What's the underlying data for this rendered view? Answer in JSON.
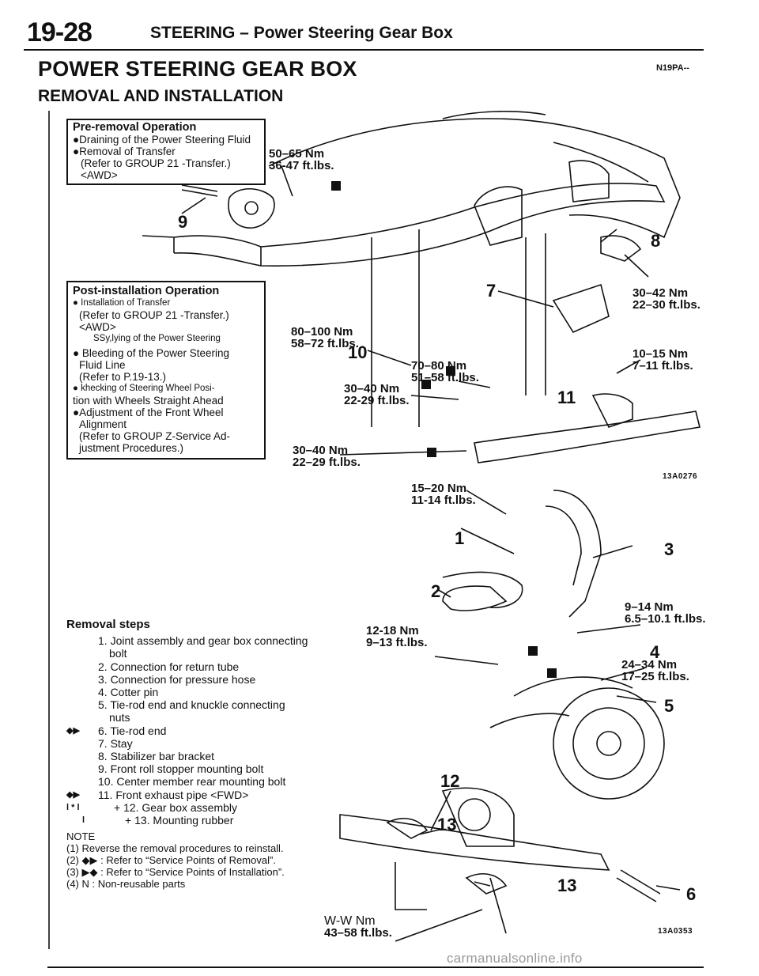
{
  "header": {
    "page": "19-28",
    "section": "STEERING – Power Steering Gear Box",
    "code": "N19PA--"
  },
  "title": "POWER STEERING GEAR BOX",
  "subtitle": "REMOVAL AND INSTALLATION",
  "pre_removal": {
    "heading": "Pre-removal  Operation",
    "lines": [
      "●Draining of the Power Steering Fluid",
      "●Removal of Transfer",
      "(Refer  to  GROUP  21  -Transfer.)",
      "<AWD>"
    ]
  },
  "post_installation": {
    "heading": "Post-installation  Operation",
    "lines": [
      "● Installation of Transfer",
      "(Refer  to  GROUP  21  -Transfer.)",
      "<AWD>",
      "SSy,lying of the Power Steering",
      "● Bleeding of the Power Steering",
      "Fluid Line",
      "(Refer  to  P.19-13.)",
      "● khecking of Steering Wheel Posi-",
      "tion with Wheels Straight Ahead",
      "●Adjustment of the Front Wheel",
      "Alignment",
      "(Refer to GROUP Z-Service Ad-",
      "justment Procedures.)"
    ]
  },
  "torques": {
    "t1": [
      "50–65 Nm",
      "36-47 ft.lbs."
    ],
    "t2": [
      "80–100 Nm",
      "58–72 ft.lbs."
    ],
    "t3": [
      "70–80 Nm",
      "51–58 ft.lbs."
    ],
    "t4": [
      "30–42 Nm",
      "22–30 ft.lbs."
    ],
    "t5": [
      "10–15 Nm",
      "7–11 ft.lbs."
    ],
    "t6": [
      "30–40 Nm",
      "22-29 ft.lbs."
    ],
    "t7": [
      "30–40 Nm",
      "22–29 ft.lbs."
    ],
    "t8": [
      "15–20 Nm",
      "11-14 ft.lbs."
    ],
    "t9": [
      "9–14 Nm",
      "6.5–10.1 ft.lbs."
    ],
    "t10": [
      "12-18 Nm",
      "9–13 ft.lbs."
    ],
    "t11": [
      "24–34 Nm",
      "17–25 ft.lbs."
    ],
    "t12": [
      "W-W Nm",
      "43–58 ft.lbs."
    ]
  },
  "ref_codes": {
    "top": "13A0276",
    "bottom": "13A0353"
  },
  "part_numbers": {
    "p1": "1",
    "p2": "2",
    "p3": "3",
    "p4": "4",
    "p5": "5",
    "p6": "6",
    "p7": "7",
    "p8": "8",
    "p9": "9",
    "p10": "10",
    "p11": "11",
    "p12": "12",
    "p13": "13"
  },
  "removal": {
    "heading": "Removal  steps",
    "steps": [
      {
        "mark": "",
        "text": "1. Joint  assembly  and  gear  box  connecting"
      },
      {
        "mark": "",
        "text": "bolt"
      },
      {
        "mark": "",
        "text": "2.  Connection  for  return  tube"
      },
      {
        "mark": "",
        "text": "3.  Connection  for  pressure  hose"
      },
      {
        "mark": "",
        "text": "4.  Cotter  pin"
      },
      {
        "mark": "",
        "text": "5. Tie-rod end and knuckle connecting"
      },
      {
        "mark": "",
        "text": "nuts"
      },
      {
        "mark": "◆▶",
        "text": "6. Tie-rod end"
      },
      {
        "mark": "",
        "text": "7. Stay"
      },
      {
        "mark": "",
        "text": "8.  Stabilizer  bar  bracket"
      },
      {
        "mark": "",
        "text": "9.  Front  roll  stopper  mounting  bolt"
      },
      {
        "mark": "",
        "text": "10.  Center  member  rear  mounting  bolt"
      },
      {
        "mark": "◆▶",
        "text": "11.  Front  exhaust  pipe  <FWD>"
      },
      {
        "mark": "l  * l",
        "text": "+ 12. Gear box assembly"
      },
      {
        "mark": "l",
        "text": "+ 13. Mounting rubber"
      }
    ]
  },
  "note": {
    "heading": "NOTE",
    "lines": [
      "(1) Reverse the removal procedures to reinstall.",
      "(2) ◆▶ : Refer to “Service Points of Removal”.",
      "(3) ▶◆ : Refer to “Service Points of Installation”.",
      "(4) N : Non-reusable parts"
    ]
  },
  "watermark": "carmanualsonline.info"
}
